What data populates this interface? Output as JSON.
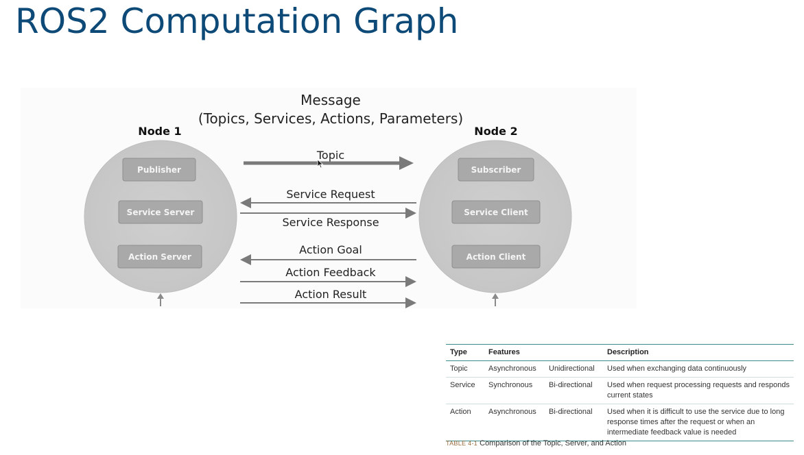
{
  "title": "ROS2 Computation Graph",
  "diagram": {
    "message_title": "Message",
    "message_subtitle": "(Topics, Services, Actions, Parameters)",
    "node1": {
      "label": "Node 1",
      "items": [
        "Publisher",
        "Service Server",
        "Action Server"
      ]
    },
    "node2": {
      "label": "Node 2",
      "items": [
        "Subscriber",
        "Service Client",
        "Action Client"
      ]
    },
    "edges": {
      "topic": "Topic",
      "service_request": "Service Request",
      "service_response": "Service Response",
      "action_goal": "Action Goal",
      "action_feedback": "Action Feedback",
      "action_result": "Action Result"
    }
  },
  "table": {
    "headers": [
      "Type",
      "Features",
      "",
      "Description"
    ],
    "rows": [
      [
        "Topic",
        "Asynchronous",
        "Unidirectional",
        "Used when exchanging data continuously"
      ],
      [
        "Service",
        "Synchronous",
        "Bi-directional",
        "Used when request processing requests and responds current states"
      ],
      [
        "Action",
        "Asynchronous",
        "Bi-directional",
        "Used when it is difficult to use the service due to long response times after the request or when an intermediate feedback value is needed"
      ]
    ]
  },
  "caption": {
    "number": "TABLE 4-1",
    "text": "Comparison of the Topic, Server, and Action"
  }
}
